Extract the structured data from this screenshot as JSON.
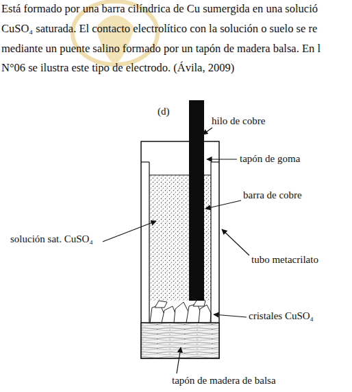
{
  "diagram": {
    "labels": [
      "Está formado por una barra cilíndrica de Cu sumergida en una solució",
      "CuSO₄ saturada. El contacto electrolítico con la solución o suelo se re",
      "mediante un puente salino formado por un tapón de madera balsa. En l",
      "N°06 se ilustra este tipo de electrodo. (Ávila, 2009)",
      "(d)",
      "hilo de cobre",
      "tapón de goma",
      "barra de cobre",
      "solución sat. CuSO₄",
      "tubo metacrilato",
      "cristales CuSO₄",
      "tapón de madera de balsa"
    ]
  }
}
